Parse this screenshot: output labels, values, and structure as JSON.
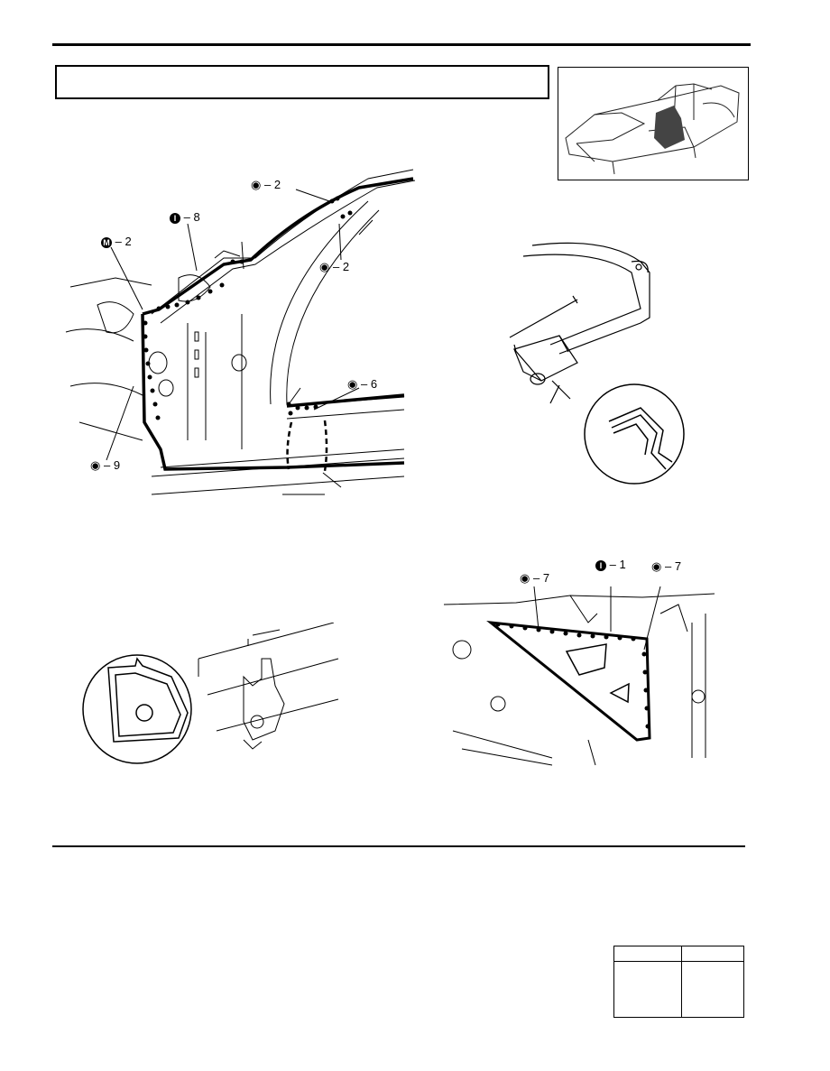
{
  "figure_main": {
    "callouts": [
      {
        "symbol": "spot",
        "count": "2"
      },
      {
        "symbol": "I",
        "count": "8"
      },
      {
        "symbol": "M",
        "count": "2"
      },
      {
        "symbol": "spot",
        "count": "2"
      },
      {
        "symbol": "spot",
        "count": "6"
      },
      {
        "symbol": "spot",
        "count": "9"
      }
    ]
  },
  "figure_lower_right": {
    "callouts": [
      {
        "symbol": "spot",
        "count": "7"
      },
      {
        "symbol": "I",
        "count": "1"
      },
      {
        "symbol": "spot",
        "count": "7"
      }
    ]
  },
  "colors": {
    "ink": "#000000",
    "paper": "#ffffff",
    "hatch": "#bfbfbf"
  }
}
